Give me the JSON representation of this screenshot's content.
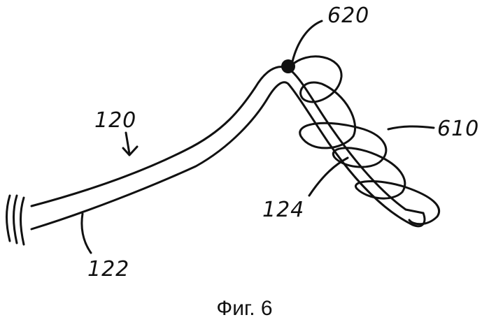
{
  "figure": {
    "caption": "Фиг. 6",
    "labels": {
      "device": "120",
      "shaft": "122",
      "distal_tip": "124",
      "coil": "610",
      "marker": "620"
    },
    "colors": {
      "ink": "#111111",
      "background": "#ffffff"
    }
  }
}
